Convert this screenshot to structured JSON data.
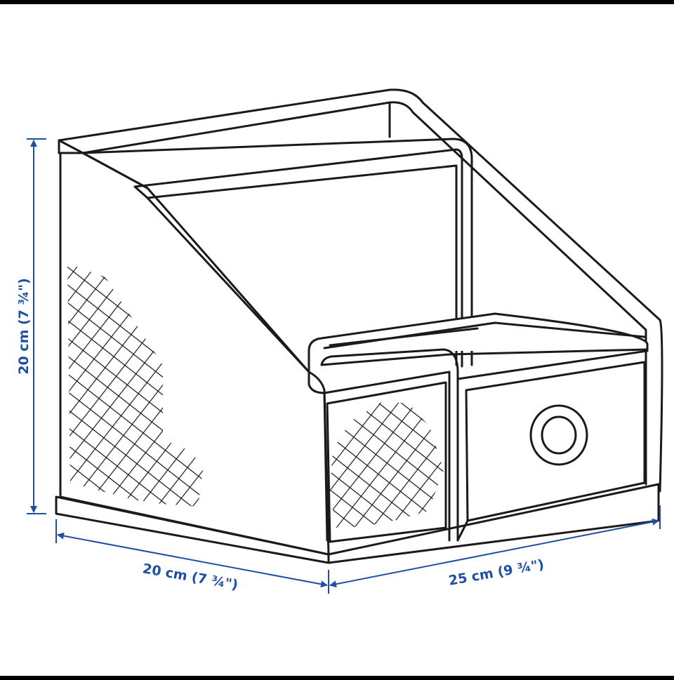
{
  "colors": {
    "background": "#ffffff",
    "frame": "#000000",
    "outline": "#1a1a1a",
    "dimension": "#1f4fa3"
  },
  "dimensions": {
    "height_label": "20 cm (7 ¾\")",
    "depth_label": "20 cm (7 ¾\")",
    "width_label": "25 cm (9 ¾\")"
  },
  "product": {
    "mesh_pattern": "crosshatch",
    "drawer_knob_icon": "round-knob-icon"
  }
}
